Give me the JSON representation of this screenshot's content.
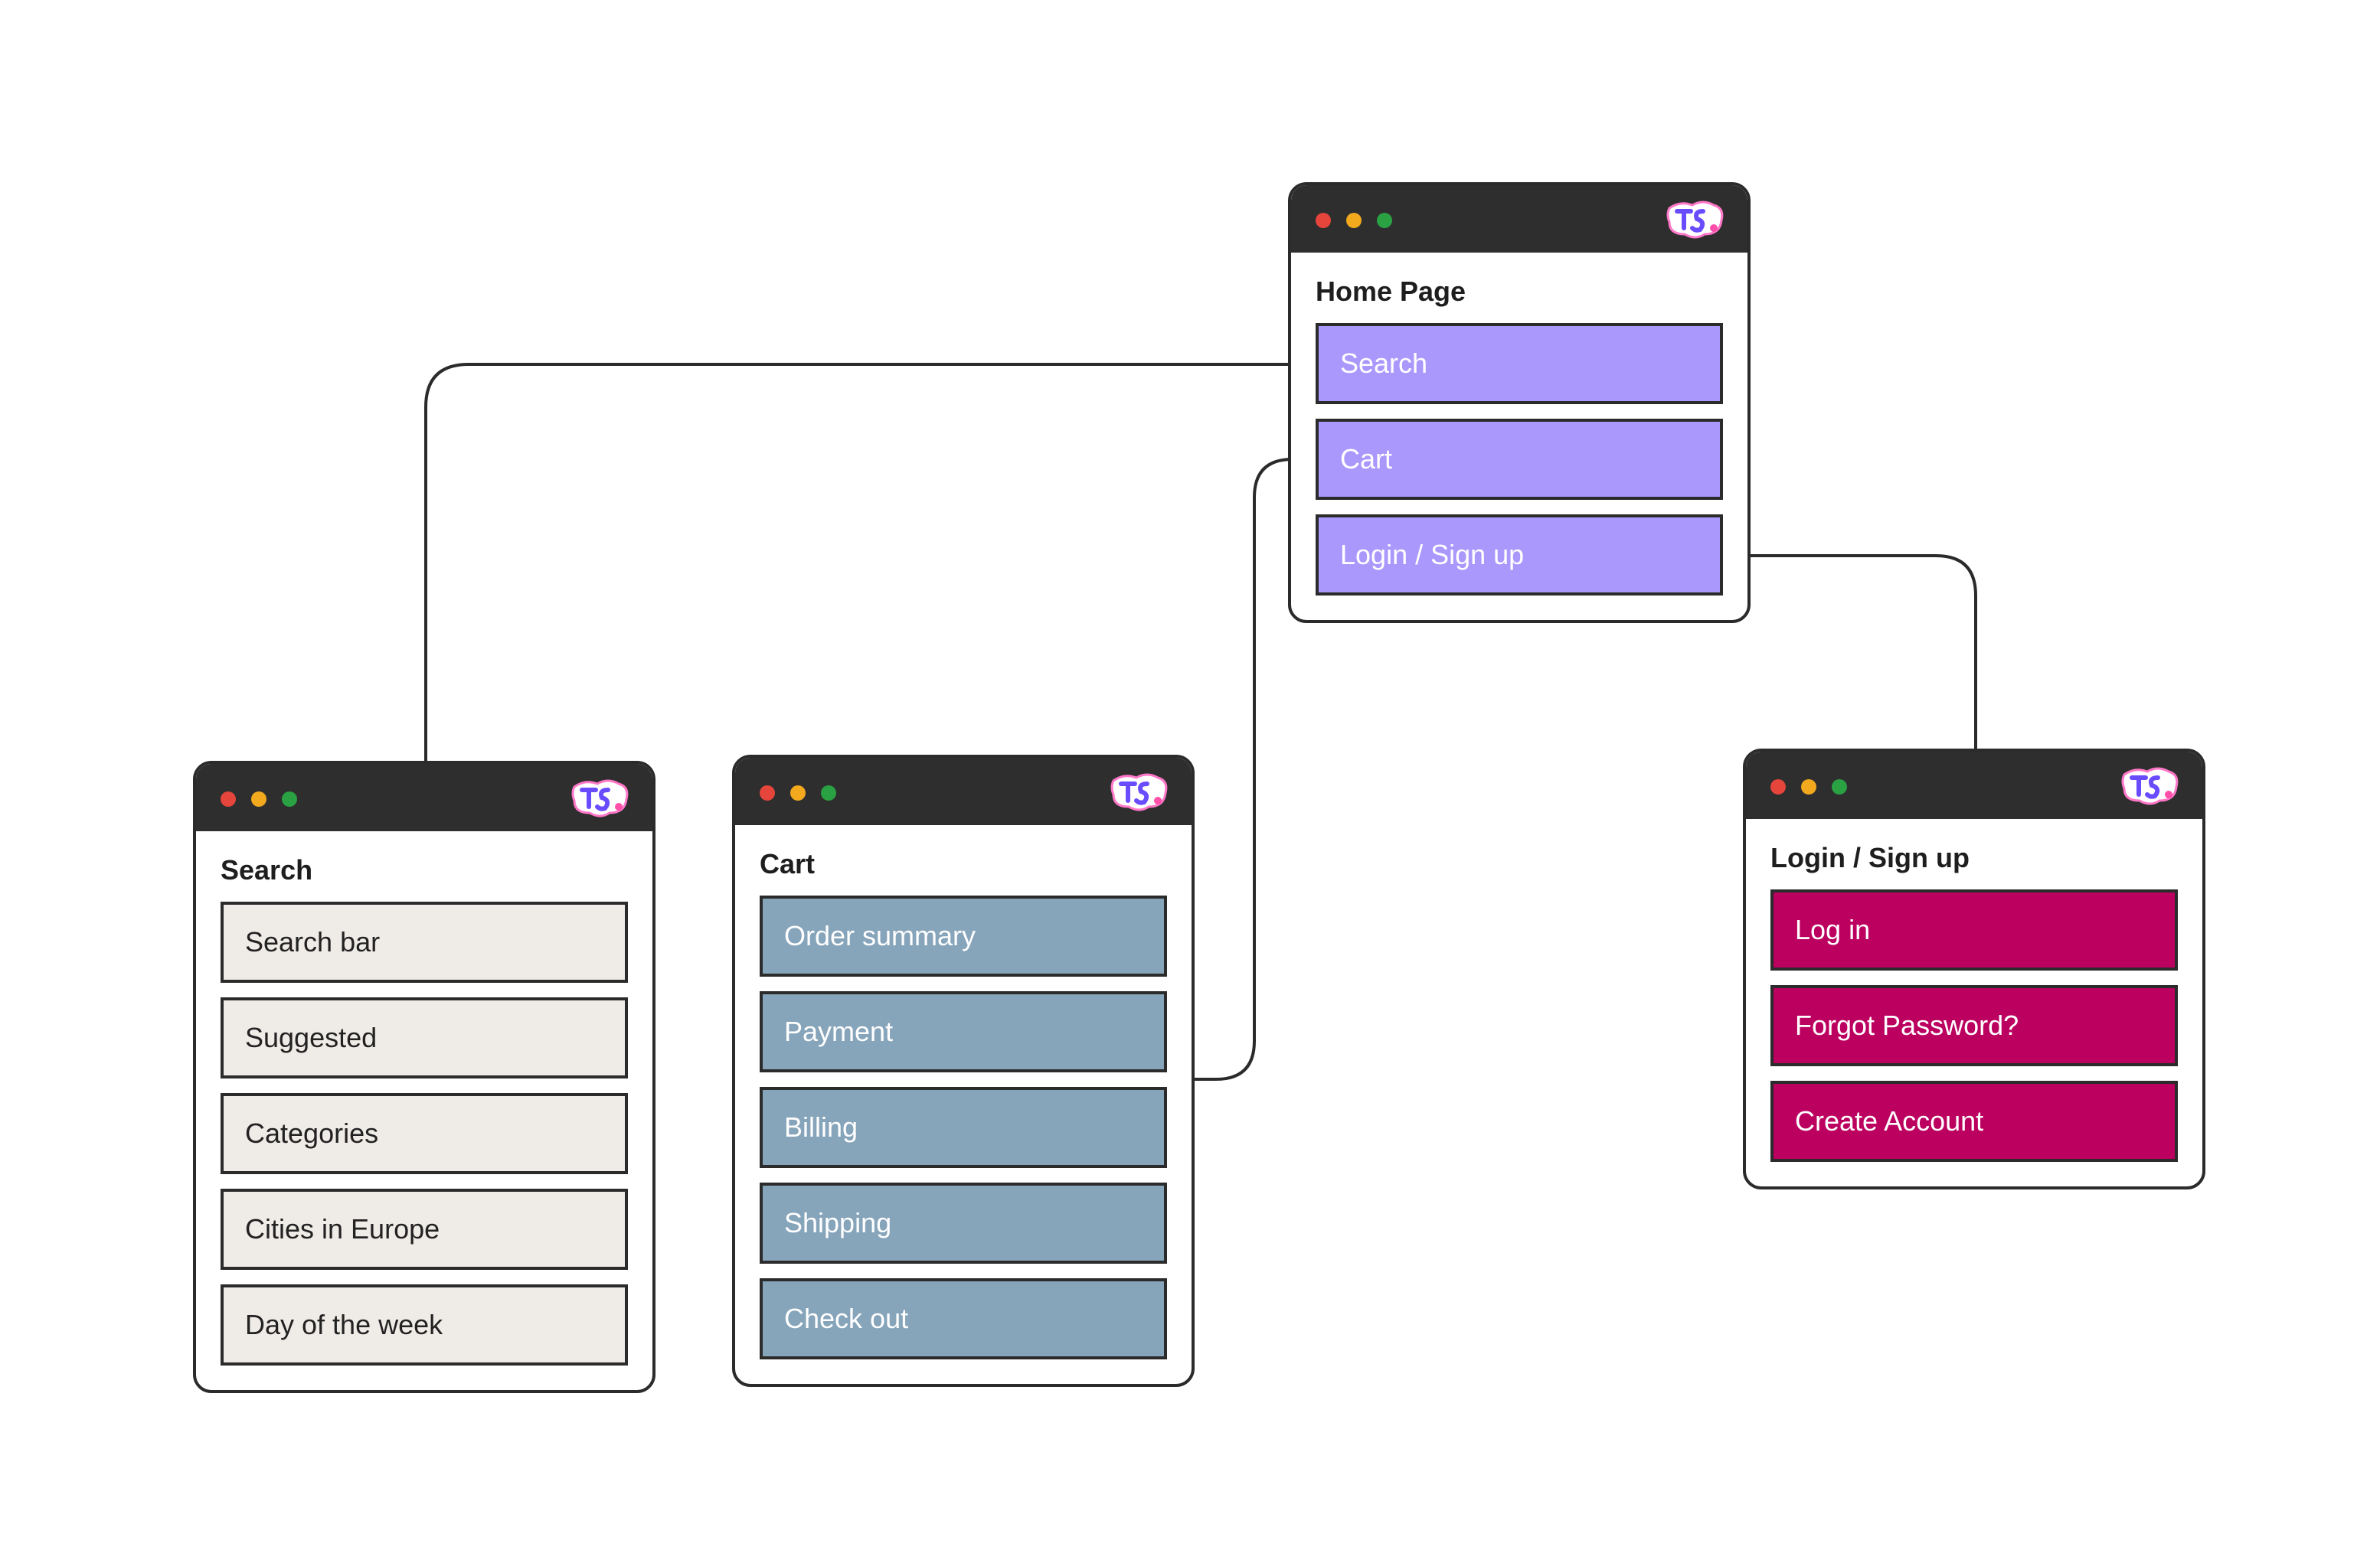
{
  "colors": {
    "line": "#2b2b2b",
    "titlebar": "#2e2e2e",
    "home_items": "#ab98fc",
    "search_items": "#efebe7",
    "cart_items": "#86a4ba",
    "login_items": "#bb0060"
  },
  "logo_icon": "tsx-sticker-logo",
  "home": {
    "title": "Home Page",
    "items": [
      "Search",
      "Cart",
      "Login / Sign up"
    ]
  },
  "search": {
    "title": "Search",
    "items": [
      "Search bar",
      "Suggested",
      "Categories",
      "Cities in Europe",
      "Day of the week"
    ]
  },
  "cart": {
    "title": "Cart",
    "items": [
      "Order summary",
      "Payment",
      "Billing",
      "Shipping",
      "Check out"
    ]
  },
  "login": {
    "title": "Login / Sign up",
    "items": [
      "Log in",
      "Forgot Password?",
      "Create Account"
    ]
  }
}
